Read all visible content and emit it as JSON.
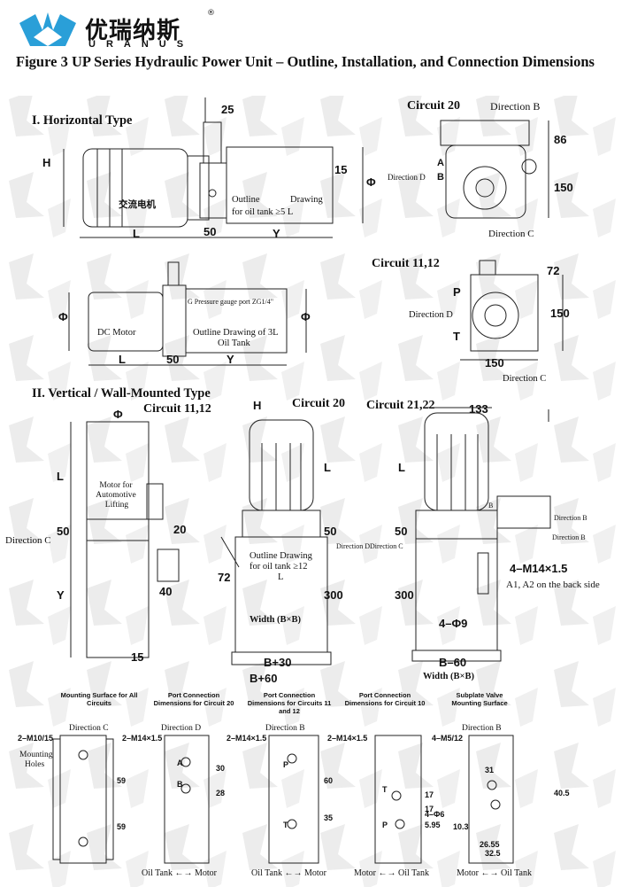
{
  "logo": {
    "icon": "uranus-crown-logo-icon",
    "chinese": "优瑞纳斯",
    "english": "URANUS",
    "registered": "®",
    "brand_color": "#2a9fd8"
  },
  "title": "Figure 3 UP Series Hydraulic Power Unit – Outline, Installation, and Connection Dimensions",
  "horizontal": {
    "heading": "I. Horizontal Type",
    "ac_motor": "交流电机",
    "outline_1": "Outline",
    "outline_2": "Drawing",
    "outline_3": "for oil tank ≥5 L",
    "dim_H": "H",
    "dim_L": "L",
    "dim_50": "50",
    "dim_Y": "Y",
    "dim_25": "25",
    "dim_15": "15",
    "dim_phi": "Φ",
    "dc_motor": "DC Motor",
    "gauge_port": "G Pressure gauge port ZG1/4\"",
    "outline_3L_1": "Outline Drawing of 3L",
    "outline_3L_2": "Oil Tank",
    "dc_phi_left": "Φ",
    "dc_phi_right": "Φ",
    "dc_L": "L",
    "dc_50": "50",
    "dc_Y": "Y"
  },
  "circuit20_top": {
    "heading": "Circuit 20",
    "direction_b": "Direction B",
    "direction_d": "Direction D",
    "direction_c": "Direction C",
    "port_a": "A",
    "port_b": "B",
    "dim_86": "86",
    "dim_150": "150"
  },
  "circuit11": {
    "heading": "Circuit 11,12",
    "direction_d": "Direction D",
    "direction_c": "Direction C",
    "port_p": "P",
    "port_t": "T",
    "dim_72": "72",
    "dim_150v": "150",
    "dim_150h": "150"
  },
  "vertical": {
    "heading": "II. Vertical / Wall-Mounted Type",
    "circuit_11_12": "Circuit 11,12",
    "circuit_20": "Circuit 20",
    "circuit_21_22": "Circuit 21,22",
    "motor_1": "Motor for",
    "motor_2": "Automotive",
    "motor_3": "Lifting",
    "direction_c": "Direction C",
    "dim_phi": "Φ",
    "dim_L": "L",
    "dim_50": "50",
    "dim_20": "20",
    "dim_Y": "Y",
    "dim_40": "40",
    "dim_15": "15",
    "dim_H": "H",
    "dim_L2": "L",
    "dim_72": "72",
    "outline_1": "Outline Drawing",
    "outline_2": "for oil tank ≥12",
    "outline_3": "L",
    "dim_50b": "50",
    "dim_300": "300",
    "width_label": "Width (B×B)",
    "dim_b30": "B+30",
    "dim_b60": "B+60",
    "direction_d": "Direction D",
    "direction_c2": "Direction C",
    "dim_133": "133",
    "dim_L3": "L",
    "dim_50c": "50",
    "dim_300b": "300",
    "direction_b1": "Direction B",
    "direction_b2": "Direction B",
    "thread": "4–M14×1.5",
    "a1a2": "A1, A2 on the back side",
    "holes": "4–Φ9",
    "width_label_2": "Width (B×B)",
    "dim_b60b": "B–60",
    "port_b": "B"
  },
  "captions": {
    "c1": "Mounting Surface for All Circuits",
    "c2": "Port Connection Dimensions for Circuit 20",
    "c3": "Port Connection Dimensions for Circuits 11 and 12",
    "c4": "Port Connection Dimensions for Circuit 10",
    "c5": "Subplate Valve Mounting Surface"
  },
  "ports": {
    "p1_dir": "Direction C",
    "p1_thread": "2–M10/15",
    "p1_note_1": "Mounting",
    "p1_note_2": "Holes",
    "p1_59a": "59",
    "p1_59b": "59",
    "p2_dir": "Direction D",
    "p2_thread": "2–M14×1.5",
    "p2_a": "A",
    "p2_b": "B",
    "p2_30": "30",
    "p2_28": "28",
    "p3_dir": "Direction B",
    "p3_thread": "2–M14×1.5",
    "p3_p": "P",
    "p3_t": "T",
    "p3_60": "60",
    "p3_35": "35",
    "p4_thread": "2–M14×1.5",
    "p4_t": "T",
    "p4_p": "P",
    "p4_17a": "17",
    "p4_17b": "17",
    "p4_holes": "4–Φ6",
    "p4_595": "5.95",
    "p5_dir": "Direction B",
    "p5_thread": "4–M5/12",
    "p5_31": "31",
    "p5_405": "40.5",
    "p5_2655": "26.55",
    "p5_325": "32.5",
    "p5_103": "10.3",
    "footer_1": "Oil Tank ←→ Motor",
    "footer_2": "Oil Tank ←→ Motor",
    "footer_3": "Motor ←→ Oil Tank",
    "footer_4": "Motor ←→ Oil Tank"
  }
}
